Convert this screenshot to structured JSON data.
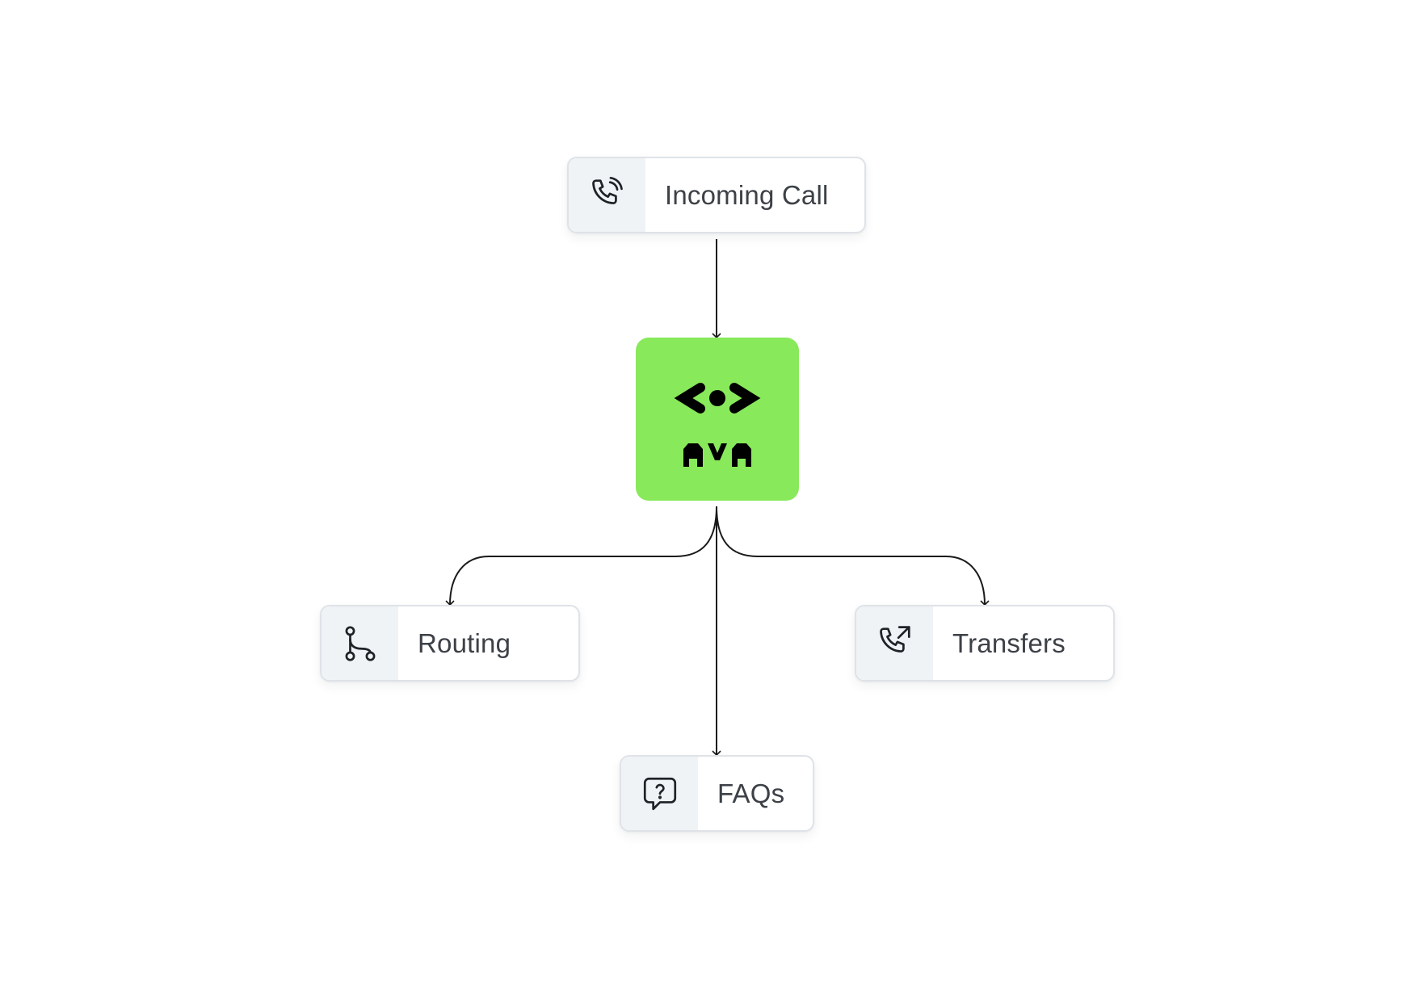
{
  "diagram": {
    "source": {
      "label": "Incoming Call",
      "icon": "phone-incoming-icon"
    },
    "hub": {
      "logo_text": "AVA",
      "icon": "ava-logo-icon",
      "color": "#88e95b"
    },
    "targets": [
      {
        "id": "routing",
        "label": "Routing",
        "icon": "route-branch-icon"
      },
      {
        "id": "faqs",
        "label": "FAQs",
        "icon": "question-bubble-icon"
      },
      {
        "id": "transfers",
        "label": "Transfers",
        "icon": "phone-transfer-icon"
      }
    ],
    "edges": [
      {
        "from": "Incoming Call",
        "to": "AVA"
      },
      {
        "from": "AVA",
        "to": "Routing"
      },
      {
        "from": "AVA",
        "to": "FAQs"
      },
      {
        "from": "AVA",
        "to": "Transfers"
      }
    ],
    "colors": {
      "connector": "#1a1a1a",
      "node_border": "#dfe3e8",
      "icon_panel": "#f0f3f6",
      "label_text": "#3d4147"
    }
  }
}
